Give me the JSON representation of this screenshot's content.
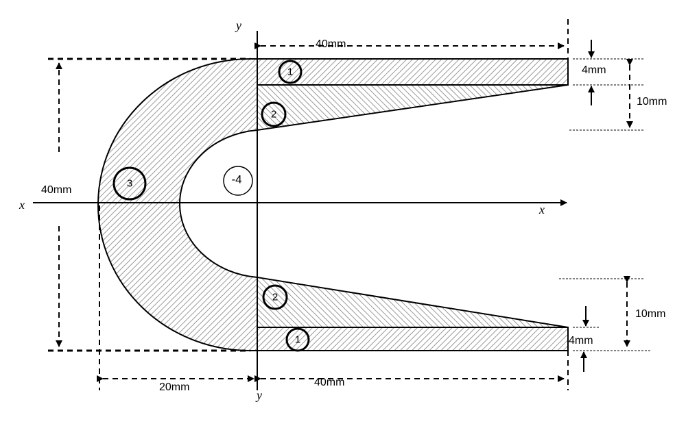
{
  "axes": {
    "y_top": "y",
    "y_bottom": "y",
    "x_left": "x",
    "x_right": "x"
  },
  "dimensions": {
    "top_length": "40mm",
    "top_flange_thickness": "4mm",
    "top_web_height": "10mm",
    "total_height": "40mm",
    "radius_width": "20mm",
    "bottom_length": "40mm",
    "bottom_web_height": "10mm",
    "bottom_flange_thickness": "4mm"
  },
  "regions": [
    "1",
    "2",
    "3",
    "-4",
    "2",
    "1"
  ]
}
